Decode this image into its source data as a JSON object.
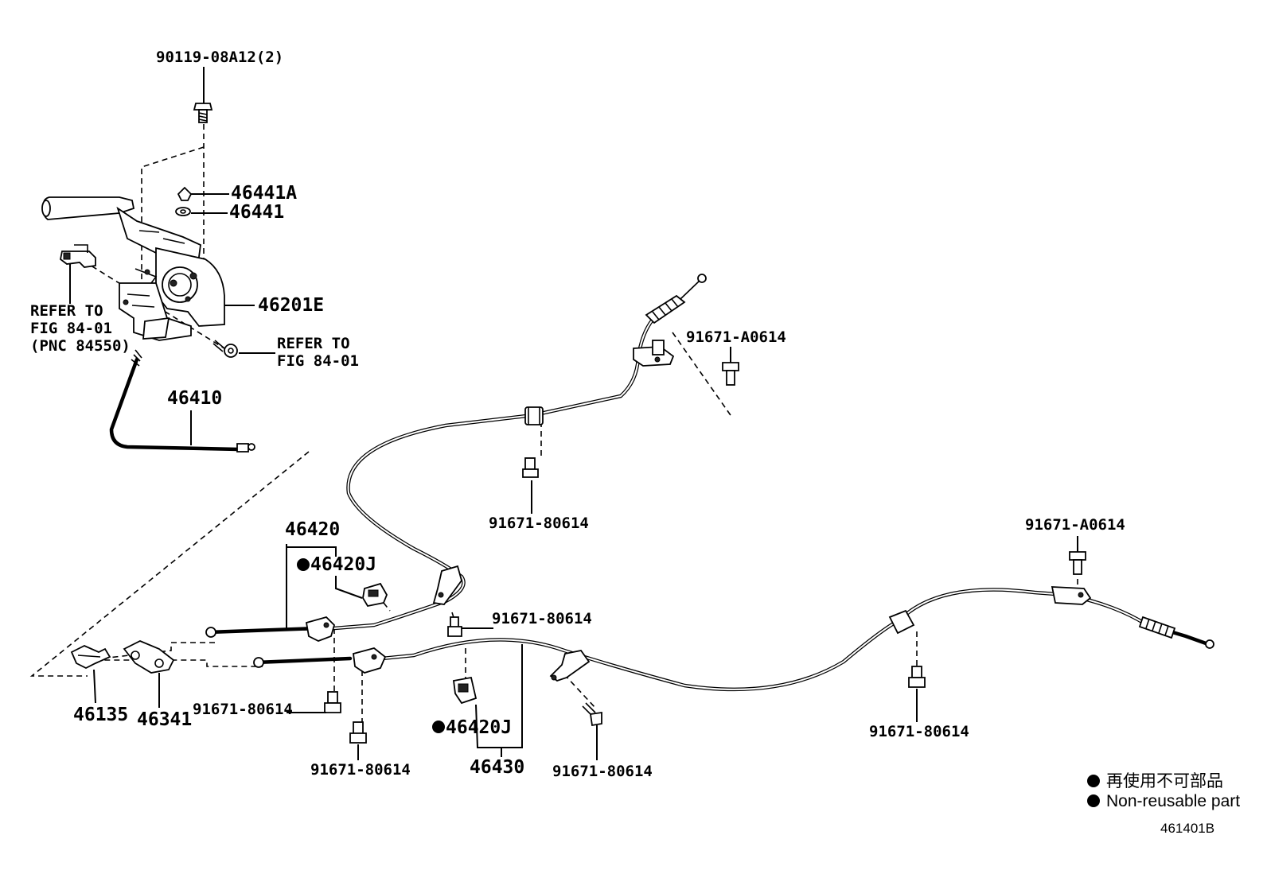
{
  "callouts": {
    "bolt_top": "90119-08A12(2)",
    "p46441A": "46441A",
    "p46441": "46441",
    "lever": "46201E",
    "refer_left_1": "REFER TO",
    "refer_left_2": "FIG 84-01",
    "refer_left_3": "(PNC 84550)",
    "refer_right_1": "REFER TO",
    "refer_right_2": "FIG 84-01",
    "front_cable": "46410",
    "bolt_upper_right": "91671-A0614",
    "bolt_mid_upper": "91671-80614",
    "cable_no1": "46420",
    "clamp_1": "46420J",
    "bolt_mid_center": "91671-80614",
    "bolt_far_right": "91671-A0614",
    "bolt_left_1": "91671-80614",
    "bolt_left_2": "91671-80614",
    "clamp_2": "46420J",
    "cable_no2": "46430",
    "bolt_bottom_center": "91671-80614",
    "bolt_right": "91671-80614",
    "equalizer": "46135",
    "equalizer_bracket": "46341"
  },
  "legend": {
    "items": [
      {
        "symbol": "●",
        "label": "再使用不可部品"
      },
      {
        "symbol": "●",
        "label": "Non-reusable part"
      }
    ]
  },
  "figure_code": "461401B"
}
